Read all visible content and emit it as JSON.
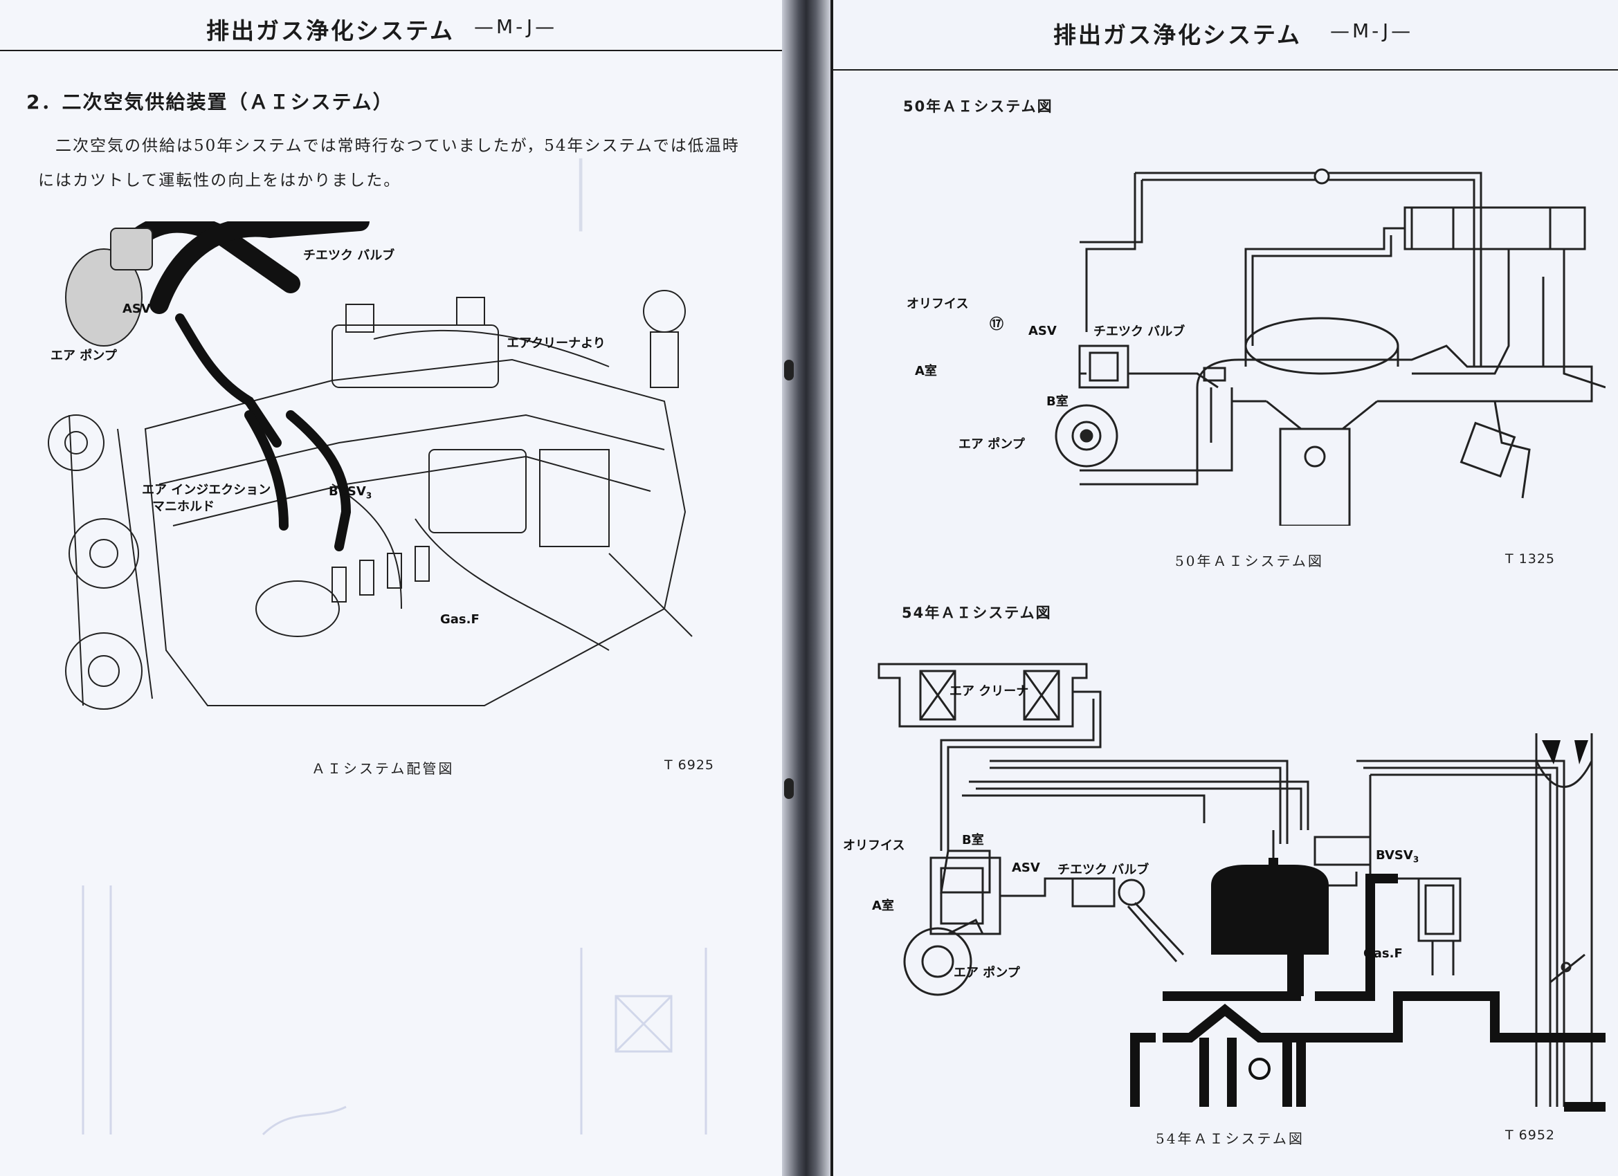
{
  "left_page": {
    "header": {
      "title": "排出ガス浄化システム",
      "code": "M-J"
    },
    "section": {
      "heading": "2．二次空気供給装置（ＡＩシステム）"
    },
    "paragraph": {
      "line1": "二次空気の供給は50年システムでは常時行なつていましたが，54年システムでは低温時",
      "line2": "にはカツトして運転性の向上をはかりました。"
    },
    "figure": {
      "labels": {
        "check_valve": "チエツク バルブ",
        "asv": "ASV",
        "air_pump": "エア ポンプ",
        "from_air_cleaner": "エアクリーナより",
        "air_injection_manifold_line1": "エア インジエクション",
        "air_injection_manifold_line2": "マニホルド",
        "bvsv": "BVSV",
        "bvsv_sub": "3",
        "gas_filter": "Gas.F"
      },
      "caption": "ＡＩシステム配管図",
      "number": "T 6925"
    }
  },
  "right_page": {
    "header": {
      "title": "排出ガス浄化システム",
      "code": "M-J"
    },
    "diagram_50": {
      "title": "50年ＡＩシステム図",
      "labels": {
        "orifice": "オリフイス",
        "ref_17": "⑰",
        "asv": "ASV",
        "check_valve": "チエツク バルブ",
        "chamber_a": "A室",
        "chamber_b": "B室",
        "air_pump": "エア ポンプ"
      },
      "caption": "50年ＡＩシステム図",
      "number": "T 1325"
    },
    "diagram_54": {
      "title": "54年ＡＩシステム図",
      "labels": {
        "air_cleaner": "エア クリーナ",
        "orifice": "オリフイス",
        "chamber_b": "B室",
        "asv": "ASV",
        "check_valve": "チエツク バルブ",
        "chamber_a": "A室",
        "air_pump": "エア ポンプ",
        "bvsv": "BVSV",
        "bvsv_sub": "3",
        "gas_filter": "Gas.F"
      },
      "caption": "54年ＡＩシステム図",
      "number": "T 6952"
    }
  }
}
